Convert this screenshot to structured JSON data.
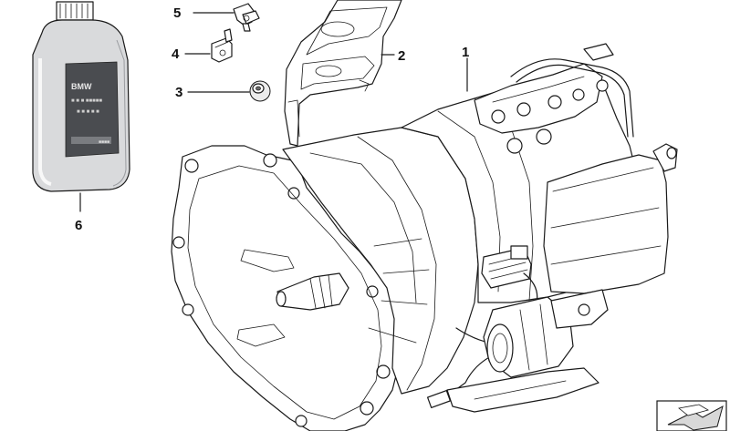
{
  "callouts": [
    {
      "id": "1",
      "label": "1"
    },
    {
      "id": "2",
      "label": "2"
    },
    {
      "id": "3",
      "label": "3"
    },
    {
      "id": "4",
      "label": "4"
    },
    {
      "id": "5",
      "label": "5"
    },
    {
      "id": "6",
      "label": "6"
    }
  ],
  "bottle": {
    "brand_text": "BMW",
    "label_lines": [
      "■ ■ ■ ■■■■■",
      "■ ■ ■ ■ ■",
      "■■■■"
    ]
  },
  "colors": {
    "line": "#1a1a1a",
    "bottle_body": "#d9dadc",
    "bottle_label": "#4a4c50",
    "part_fill": "#ffffff"
  }
}
